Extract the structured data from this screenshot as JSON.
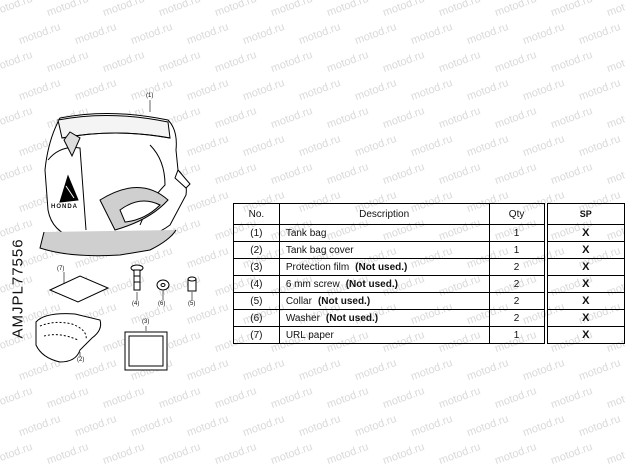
{
  "watermark": "motod.ru",
  "side_code": "AMJPL77556",
  "diagram_labels": [
    "(1)",
    "(2)",
    "(3)",
    "(4)",
    "(5)",
    "(6)",
    "(7)"
  ],
  "logo_text": "HONDA",
  "table": {
    "headers": {
      "no": "No.",
      "description": "Description",
      "qty": "Qty",
      "sp": "SP"
    },
    "rows": [
      {
        "no": "(1)",
        "description": "Tank bag",
        "note": "",
        "qty": "1",
        "sp": "X"
      },
      {
        "no": "(2)",
        "description": "Tank bag cover",
        "note": "",
        "qty": "1",
        "sp": "X"
      },
      {
        "no": "(3)",
        "description": "Protection film",
        "note": "(Not used.)",
        "qty": "2",
        "sp": "X"
      },
      {
        "no": "(4)",
        "description": "6 mm screw",
        "note": "(Not used.)",
        "qty": "2",
        "sp": "X"
      },
      {
        "no": "(5)",
        "description": "Collar",
        "note": "(Not used.)",
        "qty": "2",
        "sp": "X"
      },
      {
        "no": "(6)",
        "description": "Washer",
        "note": "(Not used.)",
        "qty": "2",
        "sp": "X"
      },
      {
        "no": "(7)",
        "description": "URL paper",
        "note": "",
        "qty": "1",
        "sp": "X"
      }
    ]
  }
}
